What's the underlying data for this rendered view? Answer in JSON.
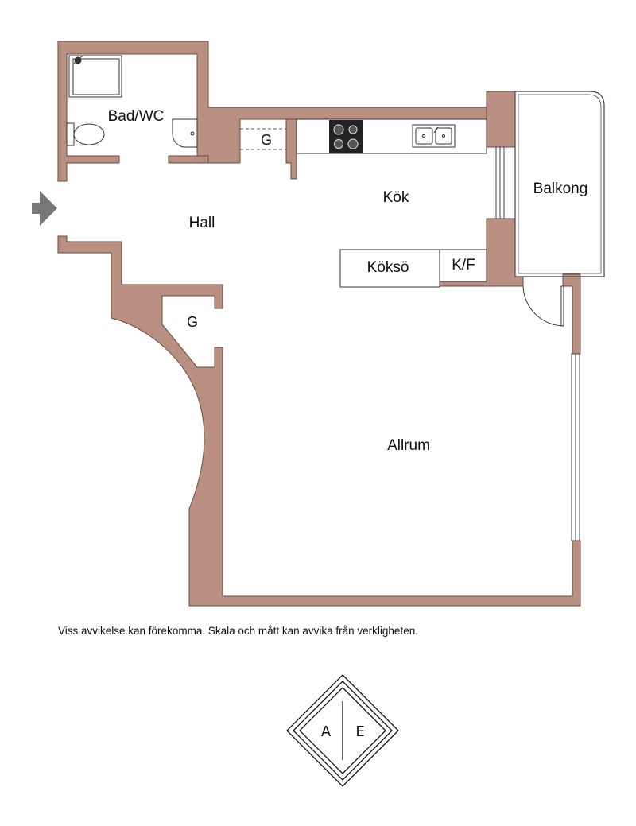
{
  "colors": {
    "wall": "#b88f80",
    "wall_edge": "#6b4a3e",
    "floor": "#ffffff",
    "line": "#222222",
    "entry_arrow": "#777777"
  },
  "rooms": {
    "bad_wc": "Bad/WC",
    "storage_bath": "G",
    "kitchen": "Kök",
    "balcony": "Balkong",
    "hall": "Hall",
    "island": "Köksö",
    "fridge": "K/F",
    "storage_hall": "G",
    "living": "Allrum"
  },
  "fixtures": [
    "shower-icon",
    "toilet-icon",
    "sink-icon",
    "stove-icon",
    "kitchen-sink-icon",
    "entry-arrow-icon"
  ],
  "disclaimer": "Viss avvikelse kan förekomma. Skala och mått kan avvika från verkligheten.",
  "logo": {
    "left_letter": "A",
    "right_letter": "E"
  }
}
